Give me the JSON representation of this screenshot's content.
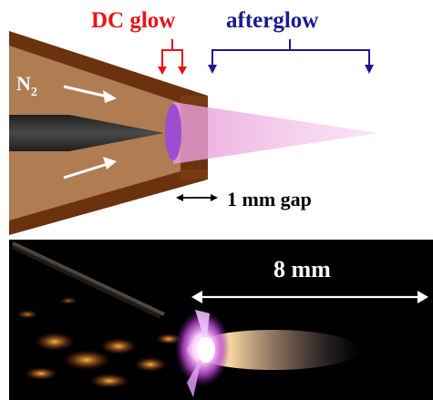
{
  "figure": {
    "labels": {
      "dc_glow": "DC glow",
      "afterglow": "afterglow",
      "gas_main": "N",
      "gas_sub": "2",
      "gap": "1 mm gap",
      "length": "8 mm"
    },
    "colors": {
      "dc_glow": "#ee1111",
      "afterglow": "#1a1a8c",
      "nozzle_body": "#b07c52",
      "nozzle_wall": "#6b3210",
      "electrode": "#3a3a3a",
      "glow_disc": "#9b4fd0",
      "plume": "#f3b6e4",
      "photo_background": "#000000"
    }
  }
}
